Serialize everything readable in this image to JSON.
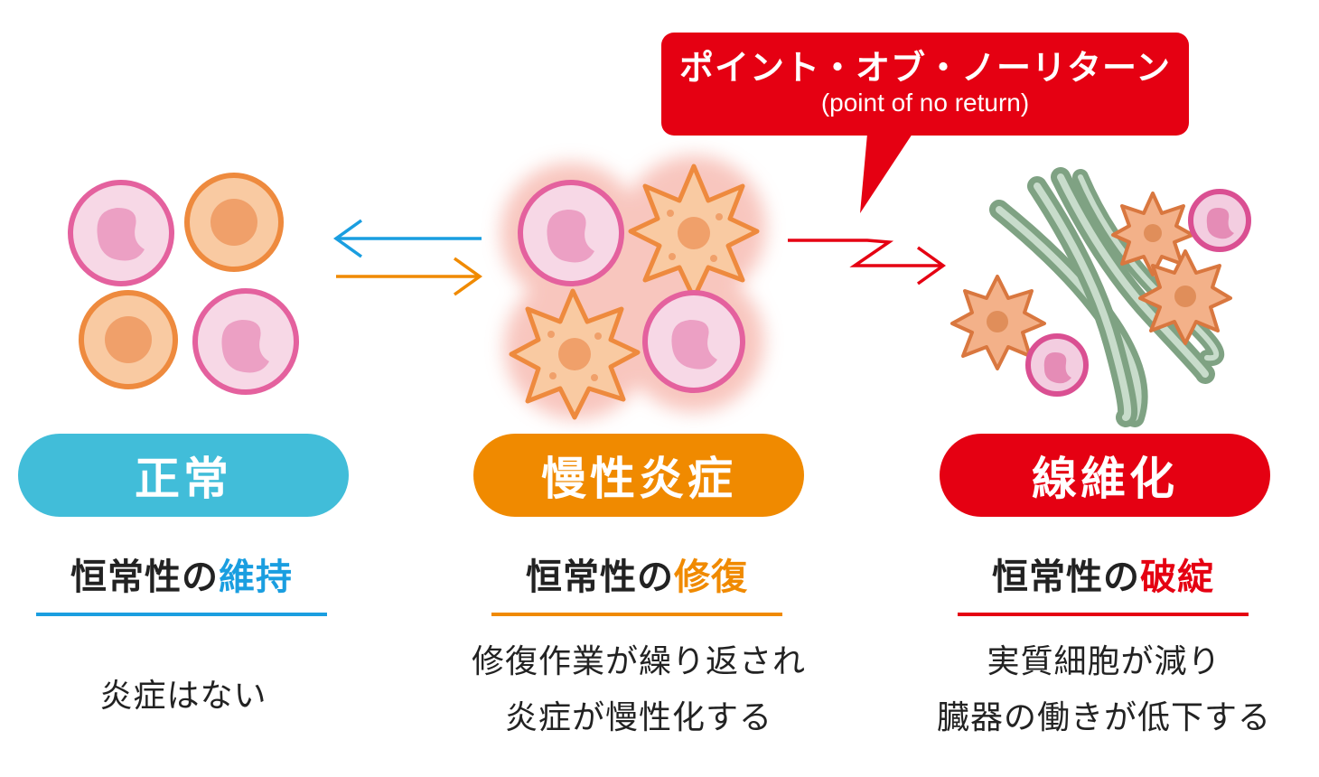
{
  "callout": {
    "title": "ポイント・オブ・ノーリターン",
    "subtitle": "(point of no return)",
    "color": "#e50012"
  },
  "colors": {
    "normal": "#41bdd9",
    "normal_text": "#1a9ee0",
    "inflammation": "#f08a00",
    "fibrosis": "#e50012",
    "arrow_back": "#1a9ee0",
    "arrow_forward": "#f08a00",
    "arrow_red": "#e50012"
  },
  "stages": [
    {
      "label": "正常",
      "subtitle_prefix": "恒常性の",
      "subtitle_emphasis": "維持",
      "description": [
        "炎症はない"
      ]
    },
    {
      "label": "慢性炎症",
      "subtitle_prefix": "恒常性の",
      "subtitle_emphasis": "修復",
      "description": [
        "修復作業が繰り返され",
        "炎症が慢性化する"
      ]
    },
    {
      "label": "線維化",
      "subtitle_prefix": "恒常性の",
      "subtitle_emphasis": "破綻",
      "description": [
        "実質細胞が減り",
        "臓器の働きが低下する"
      ]
    }
  ]
}
